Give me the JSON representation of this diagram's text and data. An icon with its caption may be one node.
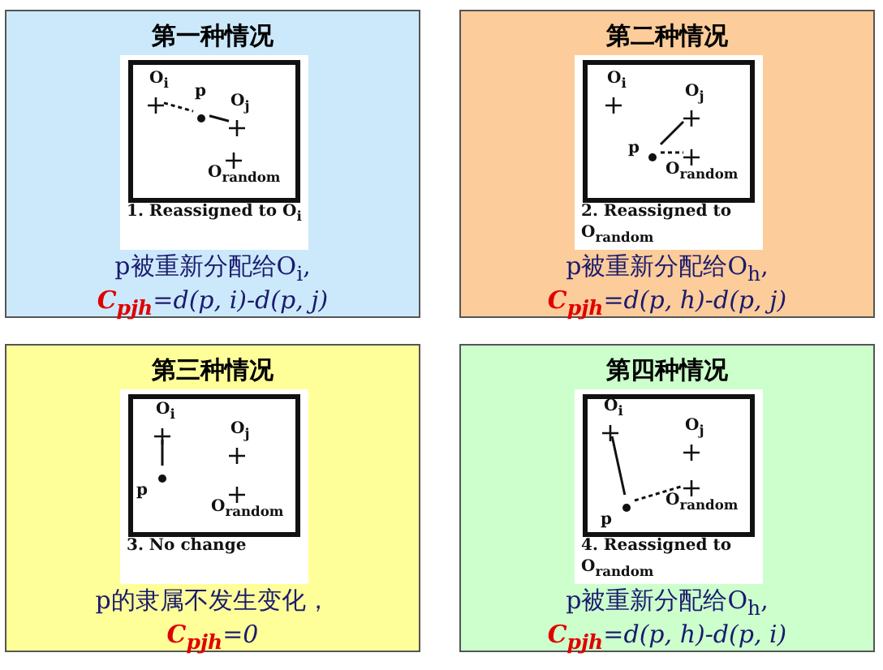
{
  "diagram": {
    "nodes": [
      {
        "text": [
          "第一种情况",
          "p被重新分配给O$_{i}$,",
          "C$_{pjh}$",
          "=d(p, i)-d(p, j)"
        ]
      },
      {
        "text": [],
        "shape": "box",
        "in": 0,
        "beside": [
          "1. Reassigned to O$_{i}$"
        ]
      },
      {
        "text": [],
        "shape": "cross",
        "in": 1,
        "beside": [
          "O$_{i}$"
        ]
      },
      {
        "text": [],
        "shape": "dot",
        "in": 1,
        "beside": [
          "p"
        ]
      },
      {
        "text": [],
        "shape": "cross",
        "in": 1,
        "beside": [
          "O$_{j}$"
        ]
      },
      {
        "text": [],
        "shape": "cross",
        "in": 1,
        "beside": [
          "O$_{random}$"
        ]
      },
      {
        "text": [
          "第二种情况",
          "p被重新分配给O$_{h}$,",
          "C$_{pjh}$",
          "=d(p, h)-d(p, j)"
        ]
      },
      {
        "text": [],
        "shape": "box",
        "in": 6,
        "beside": [
          "2. Reassigned to O$_{random}$"
        ]
      },
      {
        "text": [],
        "shape": "cross",
        "in": 7,
        "beside": [
          "O$_{i}$"
        ]
      },
      {
        "text": [],
        "shape": "cross",
        "in": 7,
        "beside": [
          "O$_{j}$"
        ]
      },
      {
        "text": [],
        "shape": "dot",
        "in": 7,
        "beside": [
          "p"
        ]
      },
      {
        "text": [],
        "shape": "cross",
        "in": 7,
        "beside": [
          "O$_{random}$"
        ]
      },
      {
        "text": [
          "第三种情况",
          "p的隶属不发生变化，",
          "C$_{pjh}$",
          "=0"
        ]
      },
      {
        "text": [],
        "shape": "box",
        "in": 12,
        "beside": [
          "3. No change"
        ]
      },
      {
        "text": [],
        "shape": "cross",
        "in": 13,
        "beside": [
          "O$_{i}$"
        ]
      },
      {
        "text": [],
        "shape": "cross",
        "in": 13,
        "beside": [
          "O$_{j}$"
        ]
      },
      {
        "text": [],
        "shape": "dot",
        "in": 13,
        "beside": [
          "p"
        ]
      },
      {
        "text": [],
        "shape": "cross",
        "in": 13,
        "beside": [
          "O$_{random}$"
        ]
      },
      {
        "text": [
          "第四种情况",
          "p被重新分配给O$_{h}$,",
          "C$_{pjh}$",
          "=d(p, h)-d(p, i)"
        ]
      },
      {
        "text": [],
        "shape": "box",
        "in": 18,
        "beside": [
          "4. Reassigned to O$_{random}$"
        ]
      },
      {
        "text": [],
        "shape": "cross",
        "in": 19,
        "beside": [
          "O$_{i}$"
        ]
      },
      {
        "text": [],
        "shape": "cross",
        "in": 19,
        "beside": [
          "O$_{j}$"
        ]
      },
      {
        "text": [],
        "shape": "dot",
        "in": 19,
        "beside": [
          "p"
        ]
      },
      {
        "text": [],
        "shape": "cross",
        "in": 19,
        "beside": [
          "O$_{random}$"
        ]
      }
    ],
    "edges": [
      {
        "from": 2,
        "to": 3,
        "arrow": "none",
        "style": "dashed"
      },
      {
        "from": 3,
        "to": 4,
        "arrow": "none"
      },
      {
        "from": 9,
        "to": 10,
        "arrow": "none"
      },
      {
        "from": 10,
        "to": 11,
        "arrow": "none",
        "style": "dashed"
      },
      {
        "from": 14,
        "to": 16,
        "arrow": "none"
      },
      {
        "from": 20,
        "to": 22,
        "arrow": "none"
      },
      {
        "from": 22,
        "to": 23,
        "arrow": "none",
        "style": "dashed"
      }
    ]
  }
}
